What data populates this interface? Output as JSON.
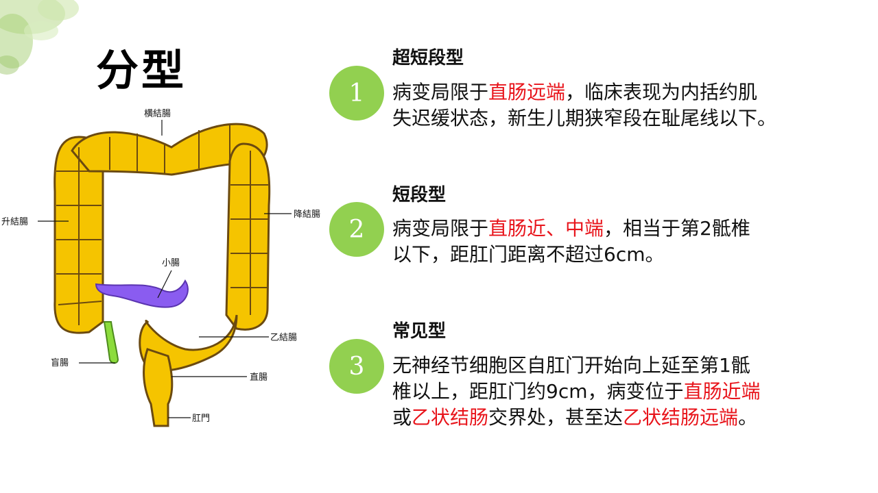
{
  "title": "分型",
  "diagram": {
    "labels": {
      "transverse": "横結腸",
      "ascending": "升結腸",
      "descending": "降結腸",
      "small_intestine": "小腸",
      "sigmoid": "乙結腸",
      "cecum": "盲腸",
      "rectum": "直腸",
      "anus": "肛門"
    }
  },
  "sections": [
    {
      "number": "1",
      "heading": "超短段型",
      "body": {
        "line1_pre": "病变局限于",
        "line1_red": "直肠远端",
        "line1_post": "，临床表现为内括约肌",
        "line2": "失迟缓状态，新生儿期狭窄段在耻尾线以下。"
      }
    },
    {
      "number": "2",
      "heading": "短段型",
      "body": {
        "line1_pre": "病变局限于",
        "line1_red": "直肠近、中端",
        "line1_post": "，相当于第2骶椎",
        "line2": "以下，距肛门距离不超过6cm。"
      }
    },
    {
      "number": "3",
      "heading": "常见型",
      "body": {
        "line1": "无神经节细胞区自肛门开始向上延至第1骶",
        "line2_pre": "椎以上，距肛门约9cm，病变位于",
        "line2_red": "直肠近端",
        "line3_pre": "或",
        "line3_red1": "乙状结肠",
        "line3_mid": "交界处，甚至达",
        "line3_red2": "乙状结肠远端",
        "line3_post": "。"
      }
    }
  ],
  "colors": {
    "circle": "#92d050",
    "highlight": "#e8141b",
    "colon_fill": "#f5c400",
    "colon_stroke": "#6b4a10",
    "small_intestine": "#8a5cf0",
    "appendix": "#8cdc3c"
  }
}
